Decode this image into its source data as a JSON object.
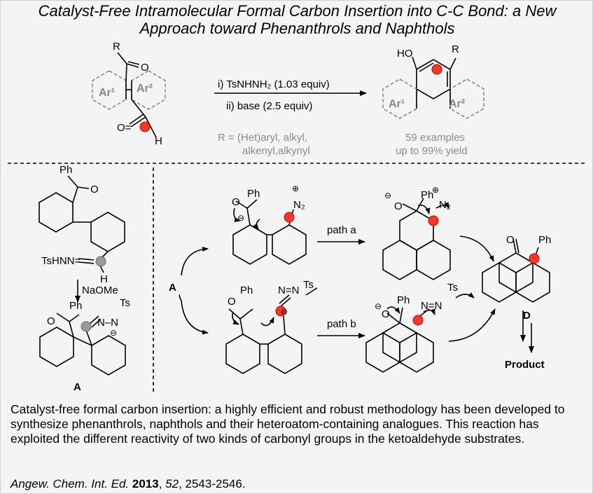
{
  "title": {
    "line1": "Catalyst-Free Intramolecular Formal Carbon Insertion into C-C Bond: a New",
    "line2": "Approach toward Phenanthrols and Naphthols"
  },
  "top": {
    "substrate_r": "R",
    "substrate_o": "O",
    "aldehyde_o": "O=",
    "aldehyde_h": "H",
    "ar1": "Ar¹",
    "ar2": "Ar²",
    "condition1": "i) TsNHNH₂ (1.03 equiv)",
    "condition2": "ii) base (2.5 equiv)",
    "r_groups_1": "R = (Het)aryl, alkyl,",
    "r_groups_2": "alkenyl,alkynyl",
    "product_ho": "HO",
    "product_r": "R",
    "examples": "59 examples",
    "yield": "up to 99% yield"
  },
  "left": {
    "ph": "Ph",
    "o": "O",
    "tshn": "TsHNN=",
    "h": "H",
    "reagent": "NaOMe",
    "nn": "N–N",
    "ts": "Ts",
    "minus": "⊖",
    "a": "A"
  },
  "mid": {
    "n2": "N₂",
    "plus": "⊕",
    "nn": "N=N",
    "path_a": "path a",
    "path_b": "path b"
  },
  "right": {
    "d": "D",
    "product": "Product"
  },
  "summary": "Catalyst-free formal carbon insertion: a highly efficient and robust methodology has been developed to synthesize phenanthrols, naphthols and their heteroatom-containing analogues. This reaction has exploited the different reactivity of two kinds of carbonyl groups in the ketoaldehyde substrates.",
  "citation": {
    "journal": "Angew. Chem. Int. Ed. ",
    "year": "2013",
    "sep1": ", ",
    "volume": "52",
    "pages": ", 2543-2546."
  }
}
